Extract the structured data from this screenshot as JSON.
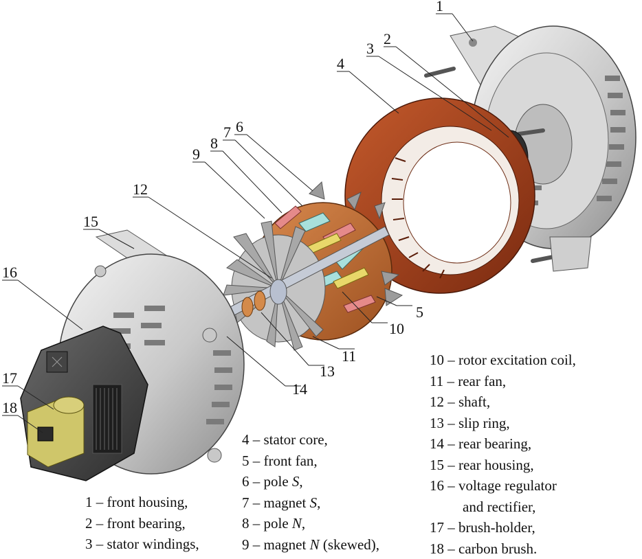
{
  "callouts": [
    "1",
    "2",
    "3",
    "4",
    "5",
    "6",
    "7",
    "8",
    "9",
    "10",
    "11",
    "12",
    "13",
    "14",
    "15",
    "16",
    "17",
    "18"
  ],
  "legend": {
    "col1": [
      {
        "num": "1",
        "text": "front housing,"
      },
      {
        "num": "2",
        "text": "front bearing,"
      },
      {
        "num": "3",
        "text": "stator windings,"
      }
    ],
    "col2": [
      {
        "num": "4",
        "text": "stator core,"
      },
      {
        "num": "5",
        "text": "front fan,"
      },
      {
        "num": "6",
        "pre": "pole ",
        "sym": "S",
        "post": ","
      },
      {
        "num": "7",
        "pre": "magnet ",
        "sym": "S",
        "post": ","
      },
      {
        "num": "8",
        "pre": "pole ",
        "sym": "N",
        "post": ","
      },
      {
        "num": "9",
        "pre": "magnet ",
        "sym": "N",
        "post": " (skewed),"
      }
    ],
    "col3": [
      {
        "num": "10",
        "text": "rotor excitation coil,"
      },
      {
        "num": "11",
        "text": "rear fan,"
      },
      {
        "num": "12",
        "text": "shaft,"
      },
      {
        "num": "13",
        "text": "slip ring,"
      },
      {
        "num": "14",
        "text": "rear bearing,"
      },
      {
        "num": "15",
        "text": "rear housing,"
      },
      {
        "num": "16",
        "text": "voltage regulator",
        "cont": "and rectifier,"
      },
      {
        "num": "17",
        "text": "brush-holder,"
      },
      {
        "num": "18",
        "text": "carbon brush."
      }
    ],
    "dash": "–"
  }
}
